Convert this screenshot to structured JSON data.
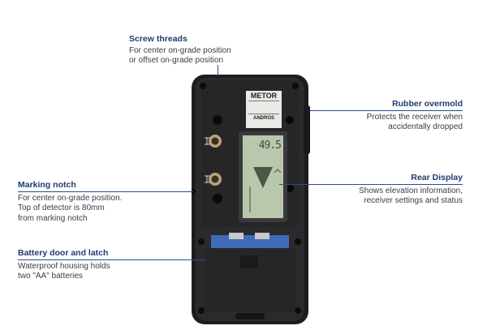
{
  "device": {
    "label_brand": "METOR",
    "label_model": "ANDROS",
    "display_reading": "49.5"
  },
  "callouts": {
    "screw_threads": {
      "title": "Screw threads",
      "lines": [
        "For center on-grade position",
        "or offset on-grade position"
      ]
    },
    "rubber_overmold": {
      "title": "Rubber overmold",
      "lines": [
        "Protects the receiver when",
        "accidentally dropped"
      ]
    },
    "marking_notch": {
      "title": "Marking notch",
      "lines": [
        "For center on-grade position.",
        "Top of detector is 80mm",
        "from marking notch"
      ]
    },
    "rear_display": {
      "title": "Rear Display",
      "lines": [
        "Shows elevation information,",
        "receiver settings and status"
      ]
    },
    "battery_door": {
      "title": "Battery door and latch",
      "lines": [
        "Waterproof housing holds",
        "two \"AA\" batteries"
      ]
    }
  },
  "colors": {
    "title": "#1f3b6e",
    "leader_line": "#2a4d8f",
    "body_text": "#3c3c46",
    "housing": "#1d1d1f",
    "lcd": "#b9c7ad",
    "battery_door_accent": "#3f6cb8"
  }
}
